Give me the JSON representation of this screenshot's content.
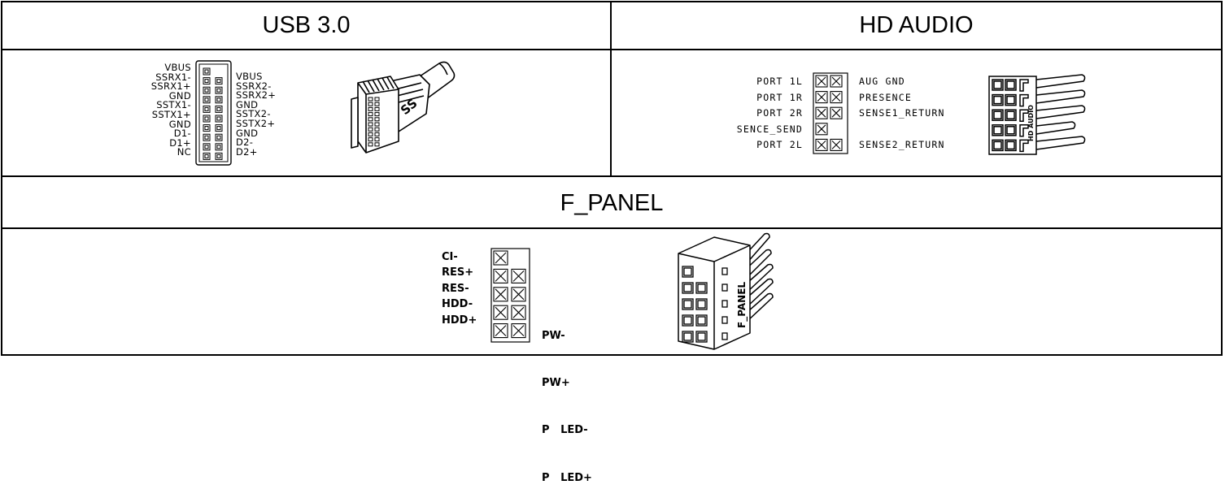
{
  "sections": {
    "usb3": {
      "title": "USB 3.0",
      "left_pins": [
        "VBUS",
        "SSRX1-",
        "SSRX1+",
        "GND",
        "SSTX1-",
        "SSTX1+",
        "GND",
        "D1-",
        "D1+",
        "NC"
      ],
      "right_pins": [
        "VBUS",
        "SSRX2-",
        "SSRX2+",
        "GND",
        "SSTX2-",
        "SSTX2+",
        "GND",
        "D2-",
        "D2+"
      ],
      "connector_logo": "SS"
    },
    "hd_audio": {
      "title": "HD AUDIO",
      "left_pins": [
        "PORT 1L",
        "PORT 1R",
        "PORT 2R",
        "SENCE_SEND",
        "PORT 2L"
      ],
      "right_pins": [
        "AUG GND",
        "PRESENCE",
        "SENSE1_RETURN",
        "",
        "SENSE2_RETURN"
      ],
      "connector_label": "HD AUDIO"
    },
    "f_panel": {
      "title": "F_PANEL",
      "left_pins": [
        "CI-",
        "RES+",
        "RES-",
        "HDD-",
        "HDD+"
      ],
      "right_pins": [
        "",
        "PW-",
        "PW+",
        "P   LED-",
        "P   LED+"
      ],
      "connector_label": "F_PANEL"
    }
  }
}
